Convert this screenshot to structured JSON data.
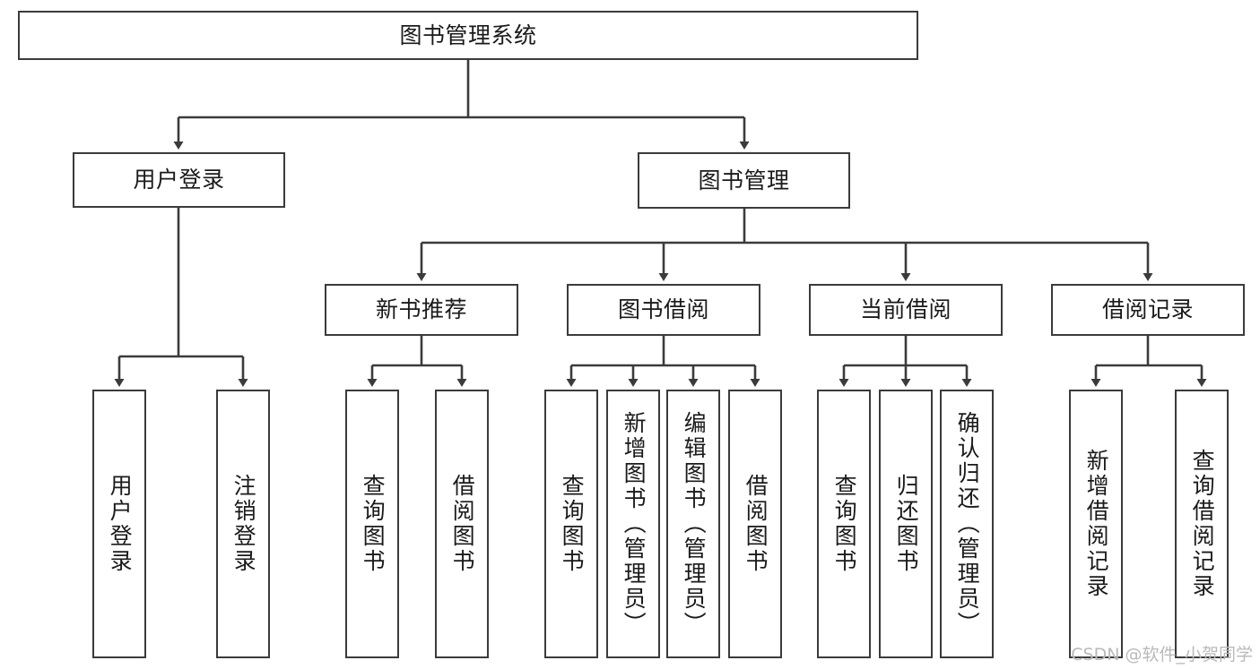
{
  "diagram": {
    "title": "图书管理系统",
    "type": "tree-hierarchy-diagram",
    "colors": {
      "box_border": "#3b3b3b",
      "box_fill": "#ffffff",
      "edge": "#3b3b3b",
      "text": "#1a1a1a",
      "watermark": "#b9b9b9",
      "background": "#ffffff"
    },
    "watermark": "CSDN @软件_小贺同学",
    "nodes": {
      "root": {
        "label": "图书管理系统"
      },
      "level1": [
        {
          "id": "user-login",
          "label": "用户登录"
        },
        {
          "id": "book-management",
          "label": "图书管理"
        }
      ],
      "level2": [
        {
          "id": "new-book-recommend",
          "label": "新书推荐"
        },
        {
          "id": "book-borrow",
          "label": "图书借阅"
        },
        {
          "id": "current-borrow",
          "label": "当前借阅"
        },
        {
          "id": "borrow-record",
          "label": "借阅记录"
        }
      ],
      "leaves": {
        "user-login": [
          {
            "id": "leaf-user-login",
            "label": "用户登录"
          },
          {
            "id": "leaf-user-logout",
            "label": "注销登录"
          }
        ],
        "new-book-recommend": [
          {
            "id": "leaf-query-book-1",
            "label": "查询图书"
          },
          {
            "id": "leaf-borrow-book-1",
            "label": "借阅图书"
          }
        ],
        "book-borrow": [
          {
            "id": "leaf-query-book-2",
            "label": "查询图书"
          },
          {
            "id": "leaf-add-book",
            "label": "新增图书（管理员）"
          },
          {
            "id": "leaf-edit-book",
            "label": "编辑图书（管理员）"
          },
          {
            "id": "leaf-borrow-book-2",
            "label": "借阅图书"
          }
        ],
        "current-borrow": [
          {
            "id": "leaf-query-book-3",
            "label": "查询图书"
          },
          {
            "id": "leaf-return-book",
            "label": "归还图书"
          },
          {
            "id": "leaf-confirm-return",
            "label": "确认归还（管理员）"
          }
        ],
        "borrow-record": [
          {
            "id": "leaf-add-record",
            "label": "新增借阅记录"
          },
          {
            "id": "leaf-query-record",
            "label": "查询借阅记录"
          }
        ]
      }
    }
  }
}
